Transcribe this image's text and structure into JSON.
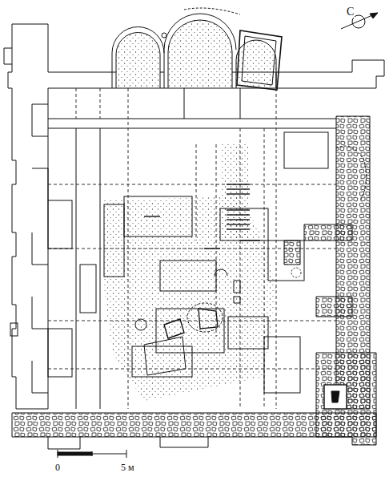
{
  "diagram": {
    "labels": [
      "С",
      "0",
      "5 м"
    ]
  }
}
